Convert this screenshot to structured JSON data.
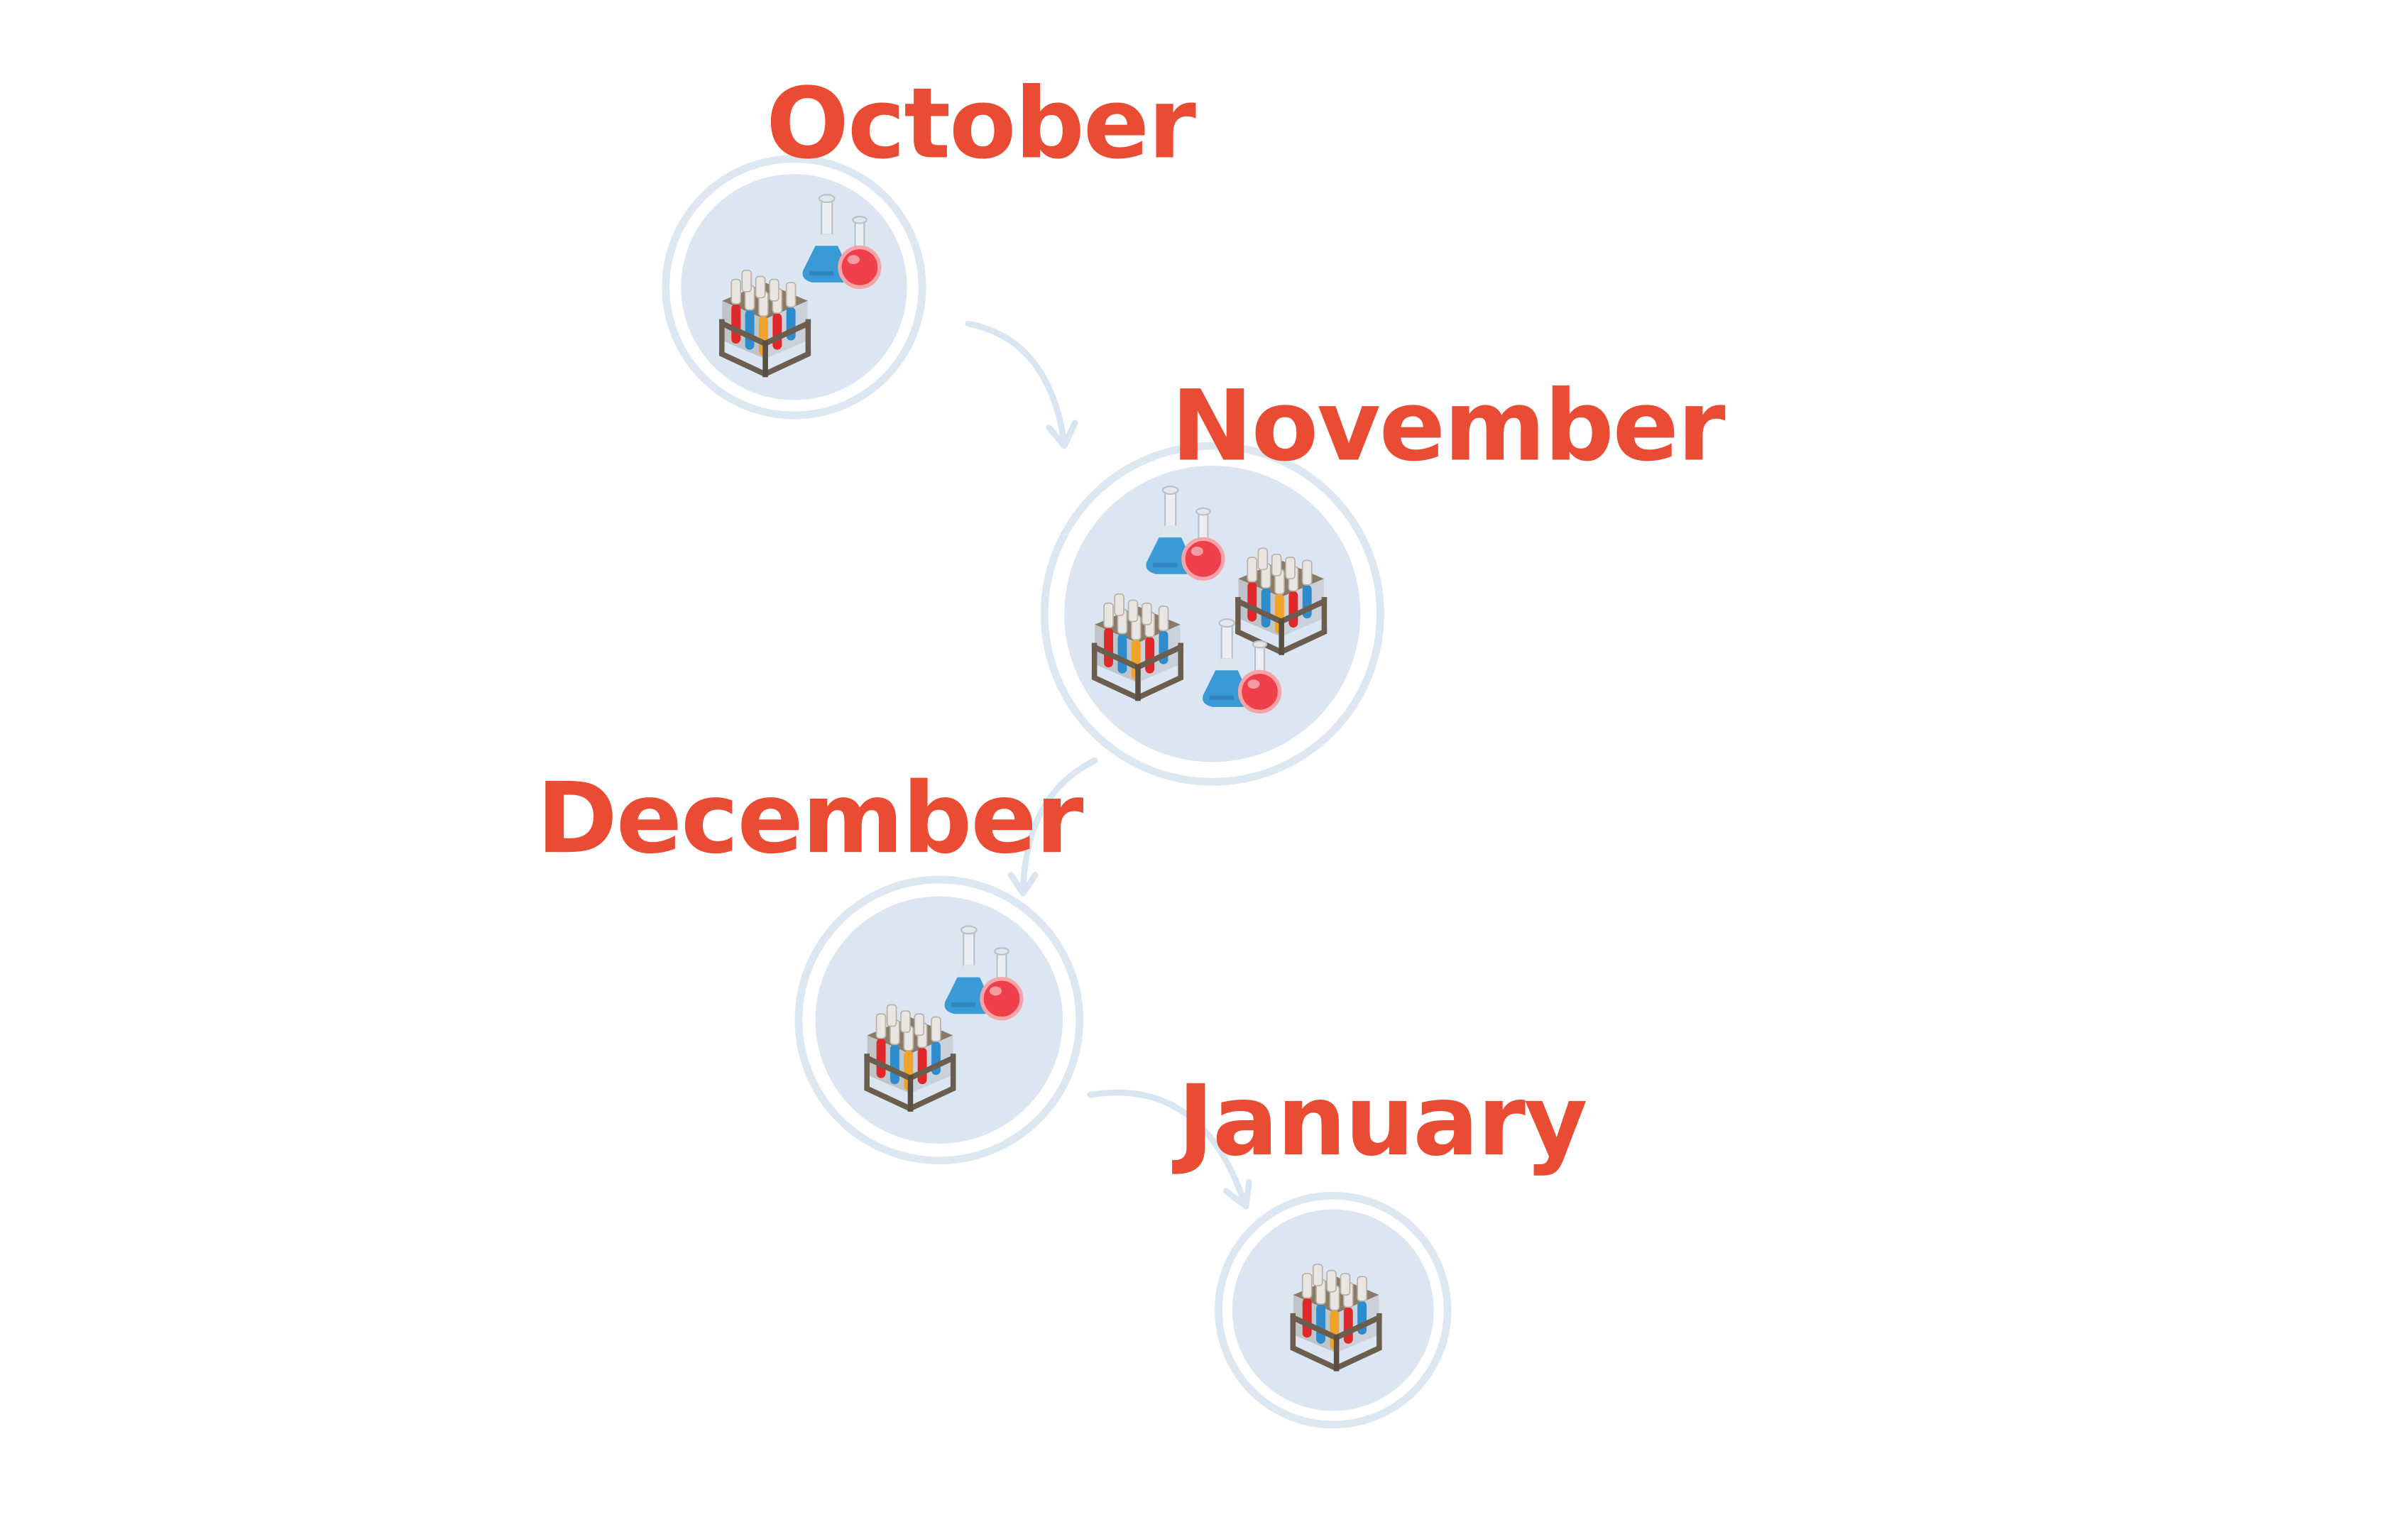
{
  "colors": {
    "label": "#e94b33",
    "circle_outer": "#dde7f2",
    "circle_inner": "#dbe6f2",
    "arrow": "#d9e5f1",
    "rack_frame": "#6b5e4e",
    "tube_red": "#e0282a",
    "tube_blue": "#2e8ccc",
    "tube_yellow": "#f0a32a",
    "flask_blue": "#3a9ad6",
    "flask_red": "#ee3f4a"
  },
  "steps": [
    {
      "label": "October",
      "contents": [
        "test-tube-rack",
        "flask-pair"
      ]
    },
    {
      "label": "November",
      "contents": [
        "flask-pair",
        "test-tube-rack",
        "test-tube-rack",
        "flask-pair"
      ]
    },
    {
      "label": "December",
      "contents": [
        "flask-pair",
        "test-tube-rack"
      ]
    },
    {
      "label": "January",
      "contents": [
        "test-tube-rack"
      ]
    }
  ]
}
